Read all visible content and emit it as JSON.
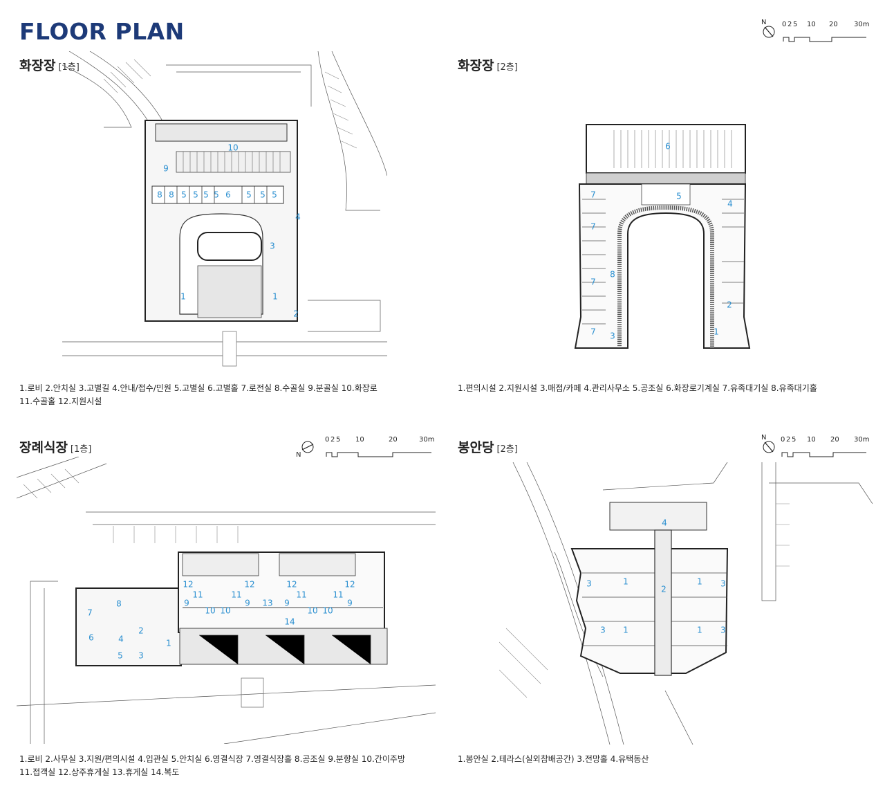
{
  "header": {
    "title": "FLOOR PLAN"
  },
  "scale": {
    "north": "N",
    "ticks": [
      "0",
      "2",
      "5",
      "10",
      "20",
      "30m"
    ]
  },
  "plans": {
    "p1": {
      "title": "화장장",
      "sub": "[1층]",
      "legend": [
        "1.로비 2.안치실 3.고별길 4.안내/접수/민원 5.고별실 6.고별홀 7.로전실 8.수골실 9.분골실 10.화장로",
        "11.수골홀 12.지원시설"
      ],
      "labels": [
        "10",
        "9",
        "8",
        "8",
        "5",
        "5",
        "5",
        "5",
        "6",
        "5",
        "5",
        "5",
        "4",
        "3",
        "1",
        "1",
        "2"
      ]
    },
    "p2": {
      "title": "화장장",
      "sub": "[2층]",
      "legend": [
        "1.편의시설 2.지원시설 3.매점/카페 4.관리사무소 5.공조실 6.화장로기계실 7.유족대기실 8.유족대기홀"
      ],
      "labels": [
        "6",
        "5",
        "7",
        "4",
        "8",
        "2",
        "3",
        "1",
        "7",
        "7",
        "7"
      ]
    },
    "p3": {
      "title": "장례식장",
      "sub": "[1층]",
      "legend": [
        "1.로비 2.사무실 3.지원/편의시설 4.입관실 5.안치실 6.영결식장 7.영결식장홀 8.공조실 9.분향실 10.간이주방",
        "11.접객실 12.상주휴게실 13.휴게실 14.복도"
      ],
      "labels": [
        "12",
        "12",
        "11",
        "11",
        "9",
        "9",
        "10",
        "10",
        "12",
        "12",
        "11",
        "11",
        "9",
        "9",
        "10",
        "10",
        "13",
        "14",
        "8",
        "7",
        "2",
        "6",
        "4",
        "5",
        "3",
        "1"
      ]
    },
    "p4": {
      "title": "봉안당",
      "sub": "[2층]",
      "legend": [
        "1.봉안실 2.테라스(실외참배공간) 3.전망홀 4.유택동산"
      ],
      "labels": [
        "4",
        "3",
        "1",
        "2",
        "1",
        "3",
        "1",
        "1",
        "3",
        "3"
      ]
    }
  }
}
